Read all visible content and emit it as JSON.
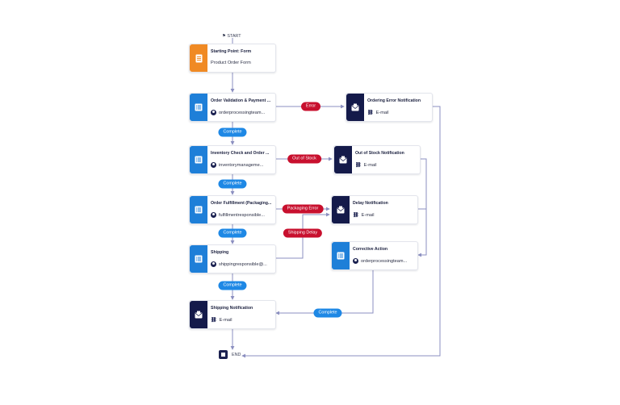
{
  "start_label": "START",
  "end_label": "END",
  "nodes": {
    "start_form": {
      "title": "Starting Point: Form",
      "subtitle": "Product Order Form",
      "icon": "form-icon",
      "color": "#f08a24"
    },
    "order_validation": {
      "title": "Order Validation & Payment ...",
      "subtitle": "orderprocessingteam...",
      "icon": "checklist-icon",
      "color": "#1e7fd8"
    },
    "ordering_error": {
      "title": "Ordering Error Notification",
      "subtitle": "E-mail",
      "icon": "mail-icon",
      "color": "#141a4a"
    },
    "inventory_check": {
      "title": "Inventory Check and Order ...",
      "subtitle": "inventorymanageme...",
      "icon": "checklist-icon",
      "color": "#1e7fd8"
    },
    "out_of_stock": {
      "title": "Out of Stock Notification",
      "subtitle": "E-mail",
      "icon": "mail-icon",
      "color": "#141a4a"
    },
    "order_fulfillment": {
      "title": "Order Fulfillment (Packaging...",
      "subtitle": "fulfillmentresponsible...",
      "icon": "checklist-icon",
      "color": "#1e7fd8"
    },
    "delay_notification": {
      "title": "Delay Notification",
      "subtitle": "E-mail",
      "icon": "mail-icon",
      "color": "#141a4a"
    },
    "shipping": {
      "title": "Shipping",
      "subtitle": "shippingresponsible@...",
      "icon": "checklist-icon",
      "color": "#1e7fd8"
    },
    "corrective_action": {
      "title": "Corrective Action",
      "subtitle": "orderprocessingteam...",
      "icon": "checklist-icon",
      "color": "#1e7fd8"
    },
    "shipping_notification": {
      "title": "Shipping Notification",
      "subtitle": "E-mail",
      "icon": "mail-icon",
      "color": "#141a4a"
    }
  },
  "edge_labels": {
    "error": "Error",
    "complete_1": "Complete",
    "out_of_stock": "Out of Stock",
    "complete_2": "Complete",
    "packaging_error": "Packaging Error",
    "complete_3": "Complete",
    "shipping_delay": "Shipping Delay",
    "complete_4": "Complete",
    "complete_5": "Complete"
  },
  "colors": {
    "edge": "#8b8fc0",
    "complete": "#1e88e5",
    "error": "#c8102e"
  }
}
